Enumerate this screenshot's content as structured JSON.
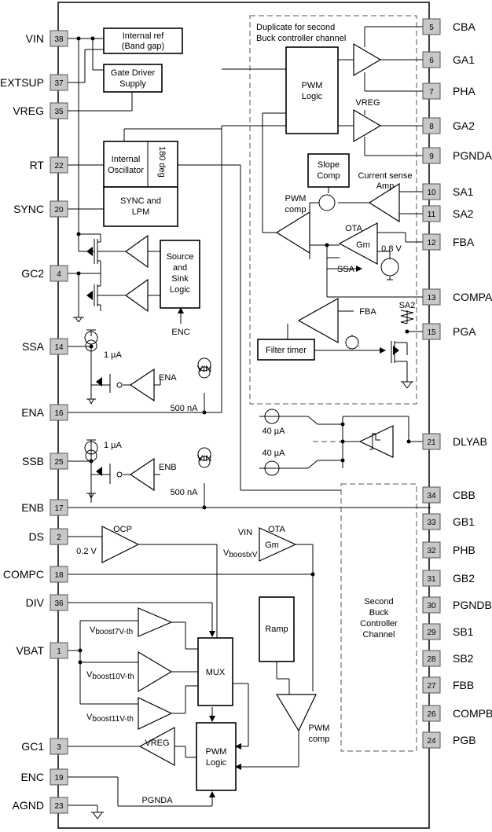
{
  "left_pins": [
    {
      "num": "38",
      "label": "VIN"
    },
    {
      "num": "37",
      "label": "EXTSUP"
    },
    {
      "num": "35",
      "label": "VREG"
    },
    {
      "num": "22",
      "label": "RT"
    },
    {
      "num": "20",
      "label": "SYNC"
    },
    {
      "num": "4",
      "label": "GC2"
    },
    {
      "num": "14",
      "label": "SSA"
    },
    {
      "num": "16",
      "label": "ENA"
    },
    {
      "num": "25",
      "label": "SSB"
    },
    {
      "num": "17",
      "label": "ENB"
    },
    {
      "num": "2",
      "label": "DS"
    },
    {
      "num": "18",
      "label": "COMPC"
    },
    {
      "num": "36",
      "label": "DIV"
    },
    {
      "num": "1",
      "label": "VBAT"
    },
    {
      "num": "3",
      "label": "GC1"
    },
    {
      "num": "19",
      "label": "ENC"
    },
    {
      "num": "23",
      "label": "AGND"
    }
  ],
  "right_pins": [
    {
      "num": "5",
      "label": "CBA"
    },
    {
      "num": "6",
      "label": "GA1"
    },
    {
      "num": "7",
      "label": "PHA"
    },
    {
      "num": "8",
      "label": "GA2"
    },
    {
      "num": "9",
      "label": "PGNDA"
    },
    {
      "num": "10",
      "label": "SA1"
    },
    {
      "num": "11",
      "label": "SA2"
    },
    {
      "num": "12",
      "label": "FBA"
    },
    {
      "num": "13",
      "label": "COMPA"
    },
    {
      "num": "15",
      "label": "PGA"
    },
    {
      "num": "21",
      "label": "DLYAB"
    },
    {
      "num": "34",
      "label": "CBB"
    },
    {
      "num": "33",
      "label": "GB1"
    },
    {
      "num": "32",
      "label": "PHB"
    },
    {
      "num": "31",
      "label": "GB2"
    },
    {
      "num": "30",
      "label": "PGNDB"
    },
    {
      "num": "29",
      "label": "SB1"
    },
    {
      "num": "28",
      "label": "SB2"
    },
    {
      "num": "27",
      "label": "FBB"
    },
    {
      "num": "26",
      "label": "COMPB"
    },
    {
      "num": "24",
      "label": "PGB"
    }
  ],
  "blocks": {
    "internal_ref": [
      "Internal ref",
      "(Band gap)"
    ],
    "gate_driver": [
      "Gate Driver",
      "Supply"
    ],
    "internal_osc": [
      "Internal",
      "Oscillator"
    ],
    "deg180": "180 deg",
    "sync_lpm": [
      "SYNC and",
      "LPM"
    ],
    "source_sink": [
      "Source",
      "and",
      "Sink",
      "Logic"
    ],
    "duplicate": [
      "Duplicate for second",
      "Buck controller channel"
    ],
    "pwm_logic_a": [
      "PWM",
      "Logic"
    ],
    "slope_comp": [
      "Slope",
      "Comp"
    ],
    "filter_timer": "Filter timer",
    "second_channel": [
      "Second",
      "Buck",
      "Controller",
      "Channel"
    ],
    "ramp": "Ramp",
    "mux": "MUX",
    "pwm_logic_c": [
      "PWM",
      "Logic"
    ]
  },
  "labels": {
    "enc": "ENC",
    "vreg_a": "VREG",
    "current_sense": [
      "Current sense",
      "Amp"
    ],
    "pwm_comp_a": [
      "PWM",
      "comp"
    ],
    "ota_a": "OTA",
    "gm_a": "Gm",
    "v08": "0.8 V",
    "ssa": "SSA",
    "fba": "FBA",
    "sa2": "SA2",
    "ua1_a": "1 µA",
    "ena_in": "ENA",
    "vin_a": "VIN",
    "na500_a": "500 nA",
    "ua40_a": "40 µA",
    "ua40_b": "40 µA",
    "ua1_b": "1 µA",
    "enb_in": "ENB",
    "vin_b": "VIN",
    "na500_b": "500 nA",
    "ocp": "OCP",
    "v02": "0.2 V",
    "vin_c": "VIN",
    "ota_c": "OTA",
    "gm_c": "Gm",
    "vboostx_main": "V",
    "vboostx_sub": "boostxV",
    "vb7_main": "V",
    "vb7_sub": "boost7V-th",
    "vb10_main": "V",
    "vb10_sub": "boost10V-th",
    "vb11_main": "V",
    "vb11_sub": "boost11V-th",
    "vreg_c": "VREG",
    "pgnda_c": "PGNDA",
    "pwm_comp_c": [
      "PWM",
      "comp"
    ]
  }
}
